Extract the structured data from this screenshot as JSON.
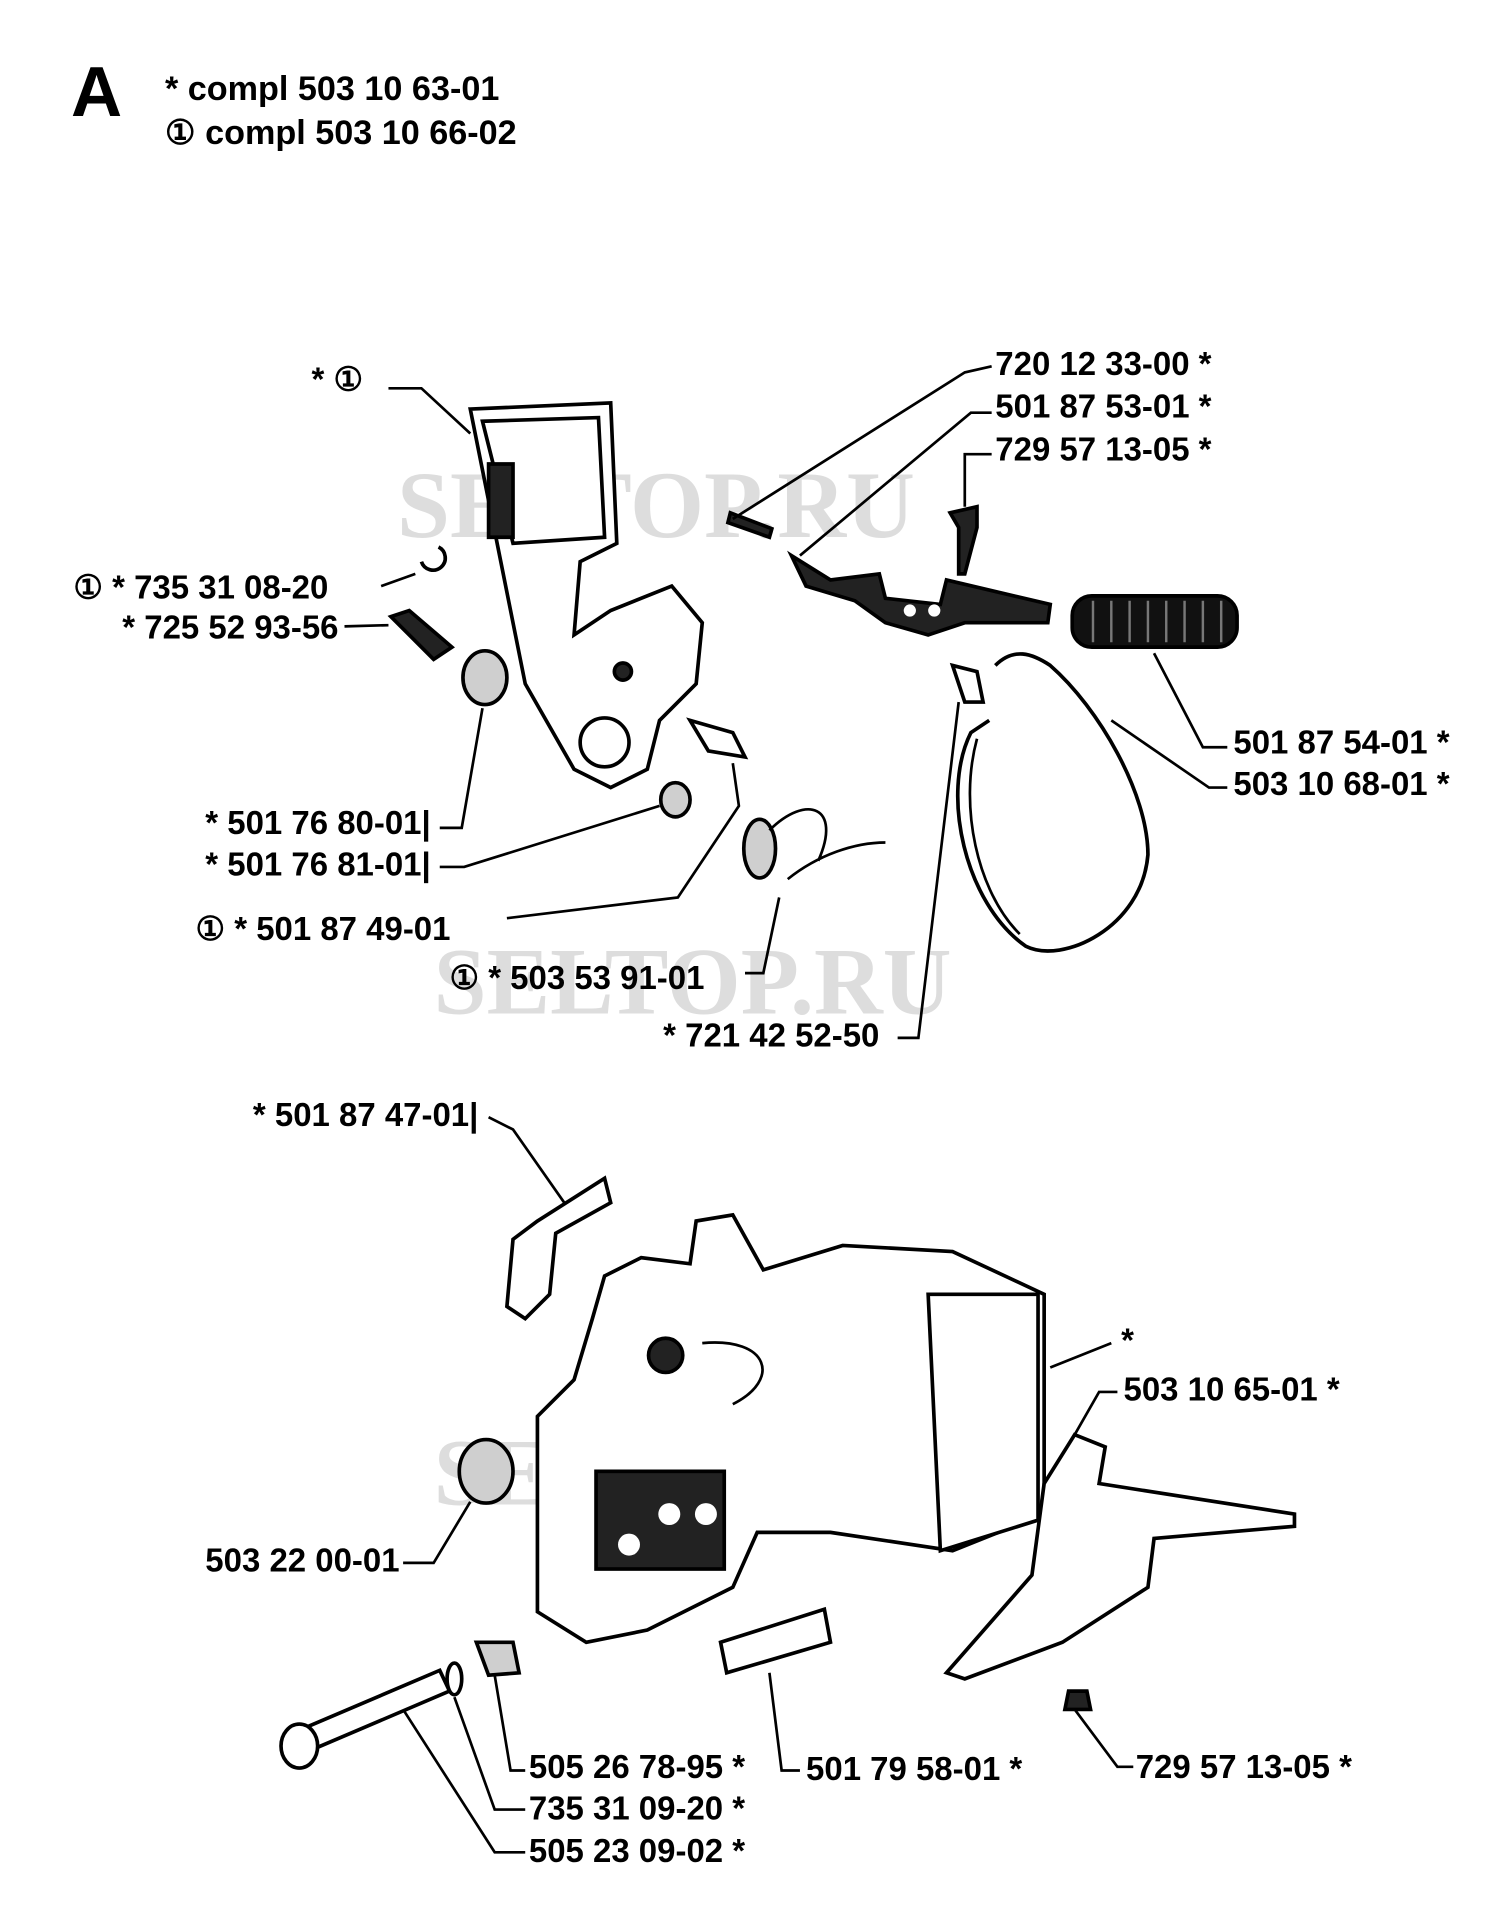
{
  "section_letter": "A",
  "header": {
    "line1": "*  compl 503 10 63-01",
    "line2": "① compl 503 10 66-02"
  },
  "watermark": "SELTOP.RU",
  "labels": {
    "guard_marks": "*  ①",
    "p720_12_33_00": "720 12 33-00  *",
    "p501_87_53_01": "501 87 53-01  *",
    "p729_57_13_05_top": "729 57 13-05  *",
    "p735_31_08_20": "①  *  735 31 08-20",
    "p725_52_93_56": "*  725 52 93-56",
    "p501_76_80_01": "*  501 76 80-01|",
    "p501_76_81_01": "*  501 76 81-01|",
    "p501_87_49_01": "①  *  501 87 49-01",
    "p503_53_91_01": "①  *  503 53 91-01",
    "p721_42_52_50": "*  721 42 52-50",
    "p501_87_54_01": "501 87 54-01  *",
    "p503_10_68_01": "503 10 68-01  *",
    "p501_87_47_01": "*  501 87 47-01|",
    "housing_star": "*",
    "p503_10_65_01": "503 10 65-01  *",
    "p503_22_00_01": "503 22 00-01",
    "p505_26_78_95": "505 26 78-95  *",
    "p735_31_09_20": "735 31 09-20  *",
    "p505_23_09_02": "505  23 09-02  *",
    "p501_79_58_01": "501 79 58-01  *",
    "p729_57_13_05_bottom": "729 57 13-05  *"
  }
}
